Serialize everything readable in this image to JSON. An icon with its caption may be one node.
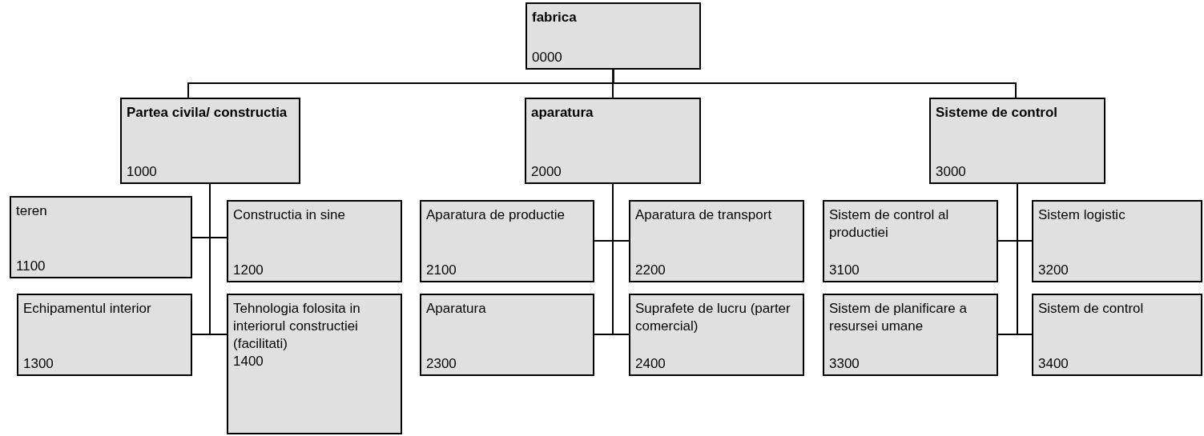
{
  "diagram": {
    "nodes": [
      {
        "text": [
          "fabrica",
          "0000"
        ]
      },
      {
        "text": [
          "Partea civila/ constructia",
          "1000"
        ]
      },
      {
        "text": [
          "aparatura",
          "2000"
        ]
      },
      {
        "text": [
          "Sisteme de control",
          "3000"
        ]
      },
      {
        "text": [
          "teren",
          "1100"
        ]
      },
      {
        "text": [
          "Constructia in sine",
          "1200"
        ]
      },
      {
        "text": [
          "Echipamentul interior",
          "1300"
        ]
      },
      {
        "text": [
          "Tehnologia folosita in interiorul constructiei (facilitati)",
          "1400"
        ]
      },
      {
        "text": [
          "Aparatura de productie",
          "2100"
        ]
      },
      {
        "text": [
          "Aparatura de transport",
          "2200"
        ]
      },
      {
        "text": [
          "Aparatura",
          "2300"
        ]
      },
      {
        "text": [
          "Suprafete de lucru (parter comercial)",
          "2400"
        ]
      },
      {
        "text": [
          "Sistem de control al productiei",
          "3100"
        ]
      },
      {
        "text": [
          "Sistem logistic",
          "3200"
        ]
      },
      {
        "text": [
          "Sistem de planificare a resursei umane",
          "3300"
        ]
      },
      {
        "text": [
          "Sistem de control",
          "3400"
        ]
      }
    ],
    "edges": [
      {
        "from": 0,
        "to": 1,
        "arrow": "none"
      },
      {
        "from": 0,
        "to": 2,
        "arrow": "none"
      },
      {
        "from": 0,
        "to": 3,
        "arrow": "none"
      },
      {
        "from": 1,
        "to": 4,
        "arrow": "none"
      },
      {
        "from": 1,
        "to": 5,
        "arrow": "none"
      },
      {
        "from": 1,
        "to": 6,
        "arrow": "none"
      },
      {
        "from": 1,
        "to": 7,
        "arrow": "none"
      },
      {
        "from": 2,
        "to": 8,
        "arrow": "none"
      },
      {
        "from": 2,
        "to": 9,
        "arrow": "none"
      },
      {
        "from": 2,
        "to": 10,
        "arrow": "none"
      },
      {
        "from": 2,
        "to": 11,
        "arrow": "none"
      },
      {
        "from": 3,
        "to": 12,
        "arrow": "none"
      },
      {
        "from": 3,
        "to": 13,
        "arrow": "none"
      },
      {
        "from": 3,
        "to": 14,
        "arrow": "none"
      },
      {
        "from": 3,
        "to": 15,
        "arrow": "none"
      }
    ]
  }
}
